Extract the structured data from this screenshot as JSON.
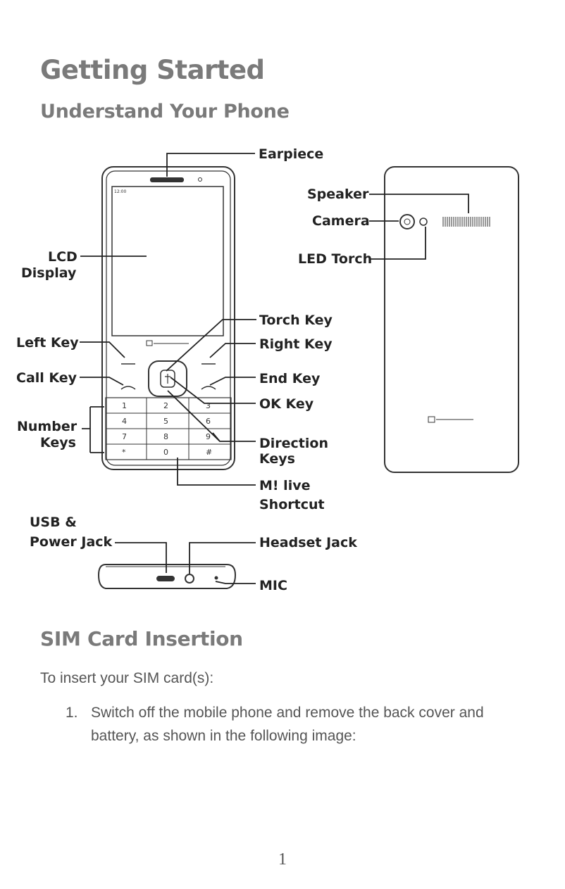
{
  "page": {
    "title": "Getting Started",
    "subtitle": "Understand Your Phone",
    "section_title": "SIM Card Insertion",
    "intro": "To insert your SIM card(s):",
    "steps": [
      {
        "number": "1.",
        "text": "Switch off the mobile phone and remove the back cover and battery, as shown in the following image:"
      }
    ],
    "page_number": "1"
  },
  "figure": {
    "labels": {
      "earpiece": "Earpiece",
      "lcd_1": "LCD",
      "lcd_2": "Display",
      "speaker": "Speaker",
      "camera": "Camera",
      "led_torch": "LED Torch",
      "torch_key": "Torch Key",
      "left_key": "Left Key",
      "right_key": "Right Key",
      "call_key": "Call Key",
      "end_key": "End Key",
      "ok_key": "OK Key",
      "number_1": "Number",
      "number_2": "Keys",
      "direction_1": "Direction",
      "direction_2": "Keys",
      "mlive_1": "M! live",
      "mlive_2": "Shortcut",
      "usb_1": "USB &",
      "usb_2": "Power Jack",
      "headset_jack": "Headset Jack",
      "mic": "MIC"
    },
    "keypad": [
      "1",
      "2",
      "3",
      "4",
      "5",
      "6",
      "7",
      "8",
      "9",
      "*",
      "0",
      "#"
    ]
  }
}
